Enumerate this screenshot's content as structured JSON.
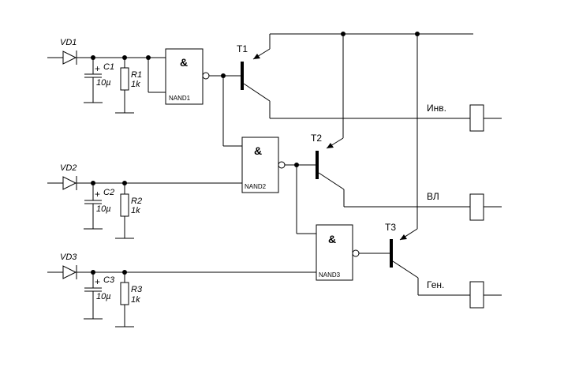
{
  "components": {
    "vd1": "VD1",
    "vd2": "VD2",
    "vd3": "VD3",
    "c1": "C1",
    "c2": "C2",
    "c3": "C3",
    "c1_value": "10µ",
    "c2_value": "10µ",
    "c3_value": "10µ",
    "r1": "R1",
    "r2": "R2",
    "r3": "R3",
    "r1_value": "1k",
    "r2_value": "1k",
    "r3_value": "1k",
    "nand1": "NAND1",
    "nand2": "NAND2",
    "nand3": "NAND3",
    "gate_symbol": "&",
    "t1": "T1",
    "t2": "T2",
    "t3": "T3",
    "plus": "+"
  },
  "outputs": {
    "inv": "Инв.",
    "vl": "ВЛ",
    "gen": "Ген."
  }
}
